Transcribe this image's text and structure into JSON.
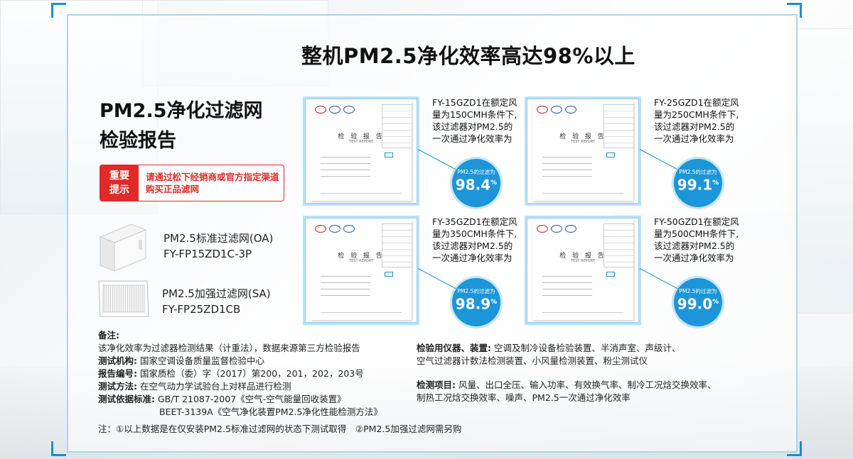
{
  "main_title": "整机PM2.5净化效率高达98%以上",
  "left_title": [
    "PM2.5净化过滤网",
    "检验报告"
  ],
  "notice": {
    "badge": [
      "重要",
      "提示"
    ],
    "text": [
      "请通过松下经销商或官方指定渠道",
      "购买正品滤网"
    ]
  },
  "filters": [
    {
      "name": "PM2.5标准过滤网(OA)",
      "model": "FY-FP15ZD1C-3P"
    },
    {
      "name": "PM2.5加强过滤网(SA)",
      "model": "FY-FP25ZD1CB"
    }
  ],
  "report_doc": {
    "title": "检 验 报 告",
    "subtitle": "TEST REPORT"
  },
  "reports": [
    {
      "desc": [
        "FY-15GZD1在额定风",
        "量为150CMH条件下,",
        "该过滤器对PM2.5的",
        "一次通过净化效率为"
      ],
      "pct_label": "PM2.5的过滤为",
      "pct": "98.4",
      "unit": "%"
    },
    {
      "desc": [
        "FY-25GZD1在额定风",
        "量为250CMH条件下,",
        "该过滤器对PM2.5的",
        "一次通过净化效率为"
      ],
      "pct_label": "PM2.5的过滤为",
      "pct": "99.1",
      "unit": "%"
    },
    {
      "desc": [
        "FY-35GZD1在额定风",
        "量为350CMH条件下,",
        "该过滤器对PM2.5的",
        "一次通过净化效率为"
      ],
      "pct_label": "PM2.5的过滤为",
      "pct": "98.9",
      "unit": "%"
    },
    {
      "desc": [
        "FY-50GZD1在额定风",
        "量为500CMH条件下,",
        "该过滤器对PM2.5的",
        "一次通过净化效率为"
      ],
      "pct_label": "PM2.5的过滤为",
      "pct": "99.0",
      "unit": "%"
    }
  ],
  "notes_left": {
    "header": "备注:",
    "line1": "该净化效率为过滤器检测结果（计重法），数据来源第三方检验报告",
    "org_label": "测试机构:",
    "org": "国家空调设备质量监督检验中心",
    "report_no_label": "报告编号:",
    "report_no": "国家质检（委）字（2017）第200，201，202，203号",
    "method_label": "测试方法:",
    "method": "在空气动力学试验台上对样品进行检测",
    "standard_label": "测试依据标准:",
    "standard1": "GB/T 21087-2007《空气-空气能量回收装置》",
    "standard2": "BEET-3139A《空气净化装置PM2.5净化性能检测方法》"
  },
  "notes_right": {
    "equip_label": "检验用仪器、装置:",
    "equip1": "空调及制冷设备检验装置、半消声室、声级计、",
    "equip2": "空气过滤器计数法检测装置、小风量检测装置、粉尘测试仪",
    "items_label": "检测项目:",
    "items1": "风量、出口全压、输入功率、有效换气率、制冷工况焓交换效率、",
    "items2": "制热工况焓交换效率、噪声、PM2.5一次通过净化效率"
  },
  "footnote": "注：①以上数据是在仅安装PM2.5标准过滤网的状态下测试取得　②PM2.5加强过滤网需另购",
  "colors": {
    "accent_blue": "#1c96d8",
    "warning_red": "#e02a2a",
    "frame": "#a9d6ee"
  }
}
